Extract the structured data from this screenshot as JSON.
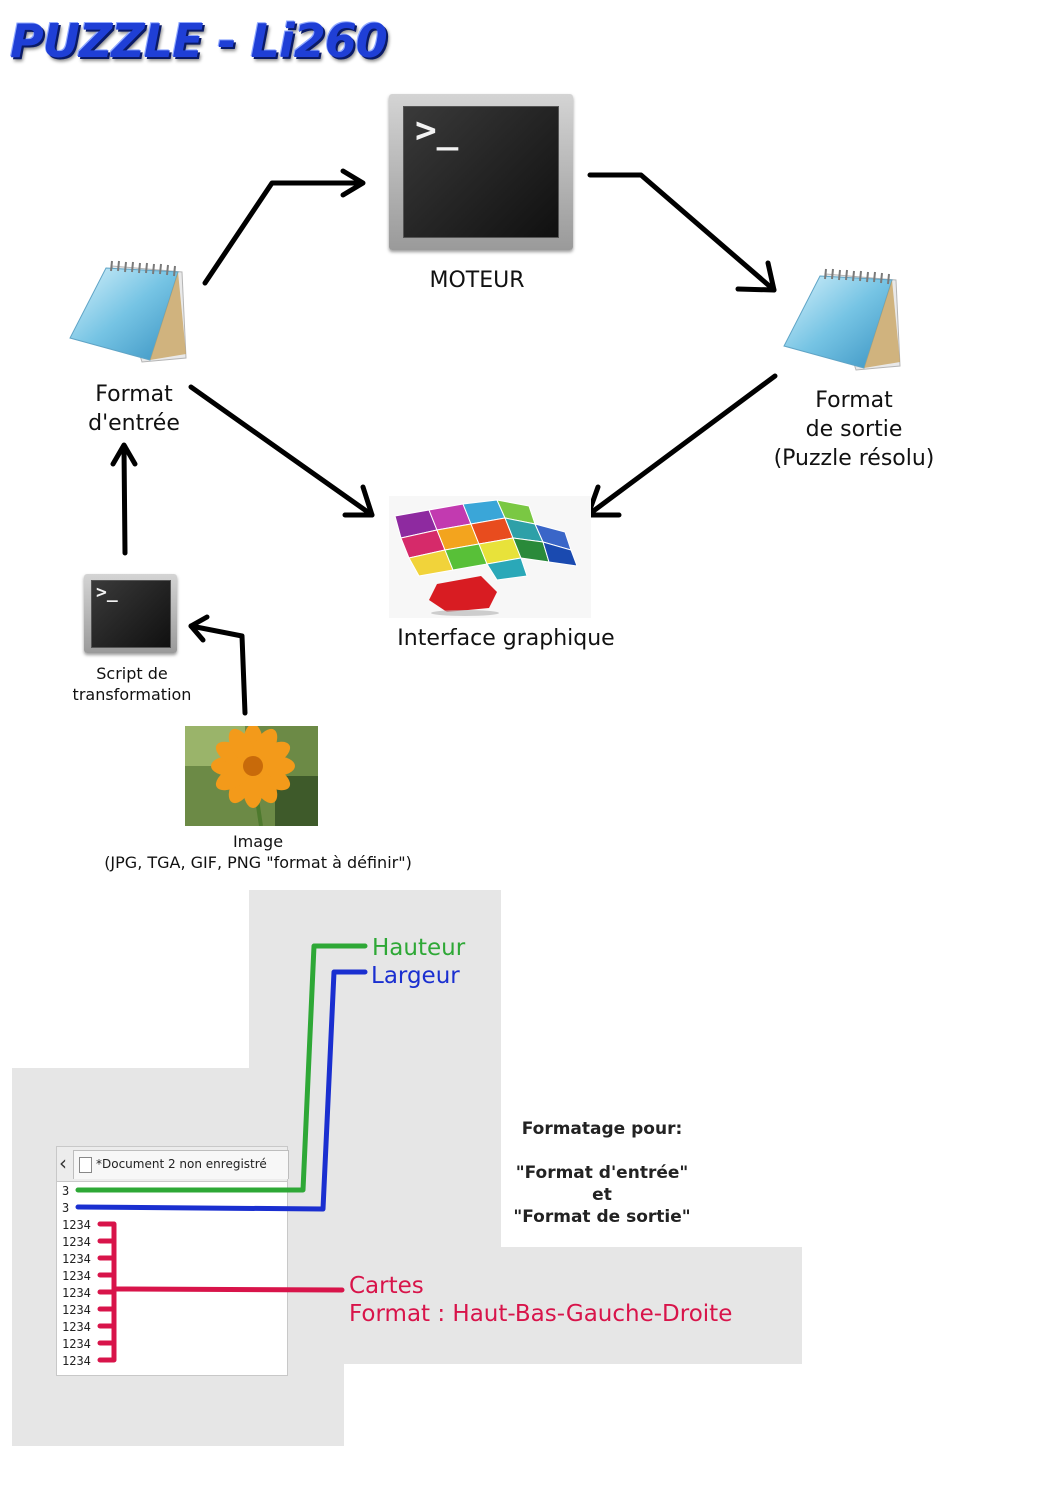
{
  "title": "PUZZLE - Li260",
  "nodes": {
    "moteur": "MOTEUR",
    "format_entree": "Format\nd'entrée",
    "format_sortie": "Format\nde sortie\n(Puzzle résolu)",
    "interface": "Interface graphique",
    "script": "Script de\ntransformation",
    "image": "Image\n(JPG, TGA, GIF, PNG \"format à définir\")"
  },
  "terminal_prompt": ">_",
  "editor": {
    "tab_label": "*Document 2 non enregistré",
    "lines": [
      "3",
      "3",
      "1234",
      "1234",
      "1234",
      "1234",
      "1234",
      "1234",
      "1234",
      "1234",
      "1234"
    ]
  },
  "annotations": {
    "hauteur": "Hauteur",
    "largeur": "Largeur",
    "cartes": "Cartes",
    "cartes_format": "Format : Haut-Bas-Gauche-Droite"
  },
  "formatage": "Formatage pour:\n\n\"Format d'entrée\"\net\n\"Format de sortie\"",
  "colors": {
    "hauteur": "#2ea836",
    "largeur": "#1a2fd0",
    "cartes": "#d8144a",
    "title": "#1f3fd6",
    "panel": "#e6e6e6"
  }
}
